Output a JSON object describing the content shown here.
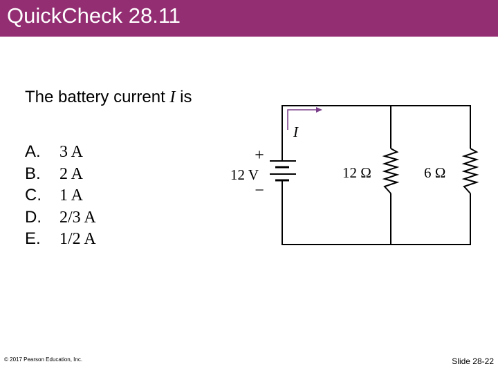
{
  "slide": {
    "title": "QuickCheck 28.11",
    "question_prefix": "The battery current ",
    "question_var": "I",
    "question_suffix": " is",
    "options": [
      {
        "letter": "A.",
        "answer": "3 A"
      },
      {
        "letter": "B.",
        "answer": "2 A"
      },
      {
        "letter": "C.",
        "answer": "1 A"
      },
      {
        "letter": "D.",
        "answer": "2/3 A"
      },
      {
        "letter": "E.",
        "answer": "1/2 A"
      }
    ]
  },
  "circuit": {
    "current_label": "I",
    "battery_label": "12 V",
    "battery_plus": "+",
    "battery_minus": "−",
    "resistor1_label": "12 Ω",
    "resistor2_label": "6 Ω"
  },
  "footer": {
    "copyright": "© 2017 Pearson Education, Inc.",
    "slide_number": "Slide 28-22"
  },
  "colors": {
    "header_bg": "#932e72",
    "arrow": "#7a3d8a"
  }
}
